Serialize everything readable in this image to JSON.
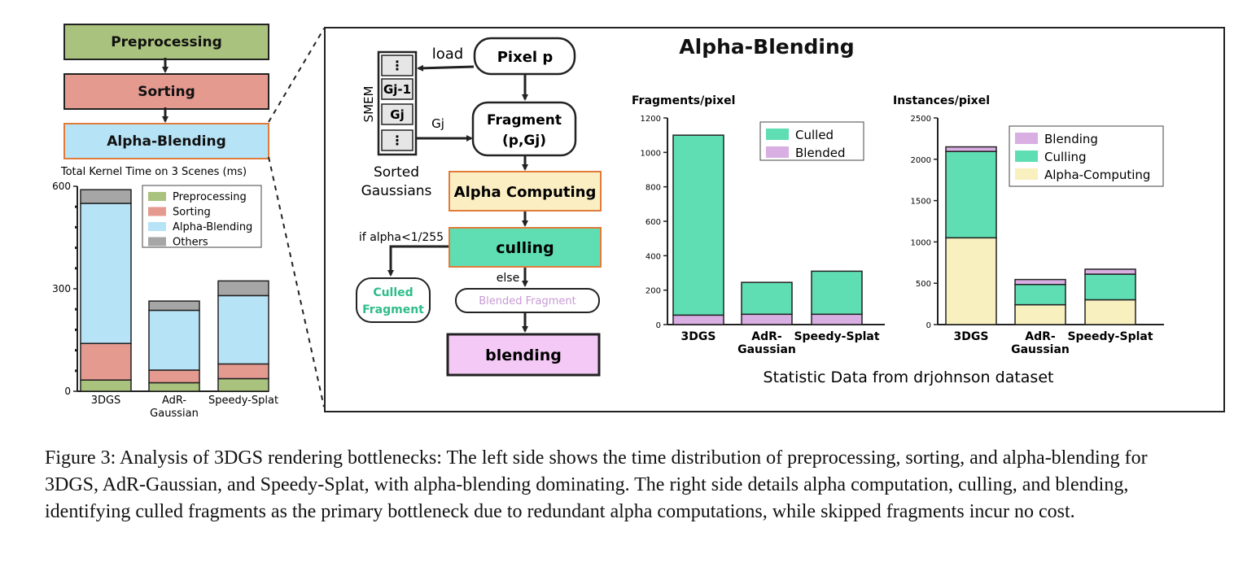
{
  "pipeline": {
    "preprocessing": "Preprocessing",
    "sorting": "Sorting",
    "alpha_blending": "Alpha-Blending",
    "colors": {
      "preprocessing": "#a9c27d",
      "sorting": "#e59a90",
      "alpha_blending": "#b7e3f6",
      "others": "#a6a6a6",
      "culled": "#5fdeb3",
      "blended": "#d9aee3",
      "alpha_computing": "#f9f0bf"
    }
  },
  "flow": {
    "title": "Alpha-Blending",
    "pixel": "Pixel p",
    "load": "load",
    "smem": "SMEM",
    "smem_rows": [
      "⋮",
      "Gj-1",
      "Gj",
      "⋮"
    ],
    "sorted_gaussians": [
      "Sorted",
      "Gaussians"
    ],
    "gj_arrow": "Gj",
    "fragment": [
      "Fragment",
      "(p,Gj)"
    ],
    "alpha_computing": "Alpha Computing",
    "culling": "culling",
    "condition": "if alpha<1/255",
    "else": "else",
    "culled_fragment": [
      "Culled",
      "Fragment"
    ],
    "blended_fragment": "Blended Fragment",
    "blending": "blending",
    "footer": "Statistic Data from drjohnson dataset"
  },
  "chart_data": [
    {
      "type": "bar",
      "stacked": true,
      "title": "Total Kernel Time on 3 Scenes (ms)",
      "categories": [
        "3DGS",
        "AdR-Gaussian",
        "Speedy-Splat"
      ],
      "category_lines": [
        [
          "3DGS"
        ],
        [
          "AdR-",
          "Gaussian"
        ],
        [
          "Speedy-Splat"
        ]
      ],
      "series": [
        {
          "name": "Preprocessing",
          "color": "#a9c27d",
          "values": [
            33,
            25,
            37
          ]
        },
        {
          "name": "Sorting",
          "color": "#e59a90",
          "values": [
            107,
            37,
            43
          ]
        },
        {
          "name": "Alpha-Blending",
          "color": "#b7e3f6",
          "values": [
            410,
            175,
            200
          ]
        },
        {
          "name": "Others",
          "color": "#a6a6a6",
          "values": [
            40,
            27,
            43
          ]
        }
      ],
      "ylim": [
        0,
        600
      ],
      "yticks": [
        "0",
        "300",
        "600"
      ],
      "grid": false,
      "legend": "top-right"
    },
    {
      "type": "bar",
      "stacked": true,
      "title": "Fragments/pixel",
      "categories": [
        "3DGS",
        "AdR-Gaussian",
        "Speedy-Splat"
      ],
      "category_lines": [
        [
          "3DGS"
        ],
        [
          "AdR-",
          "Gaussian"
        ],
        [
          "Speedy-Splat"
        ]
      ],
      "series": [
        {
          "name": "Blended",
          "color": "#d9aee3",
          "values": [
            55,
            60,
            60
          ]
        },
        {
          "name": "Culled",
          "color": "#5fdeb3",
          "values": [
            1045,
            185,
            250
          ]
        }
      ],
      "legend_order": [
        "Culled",
        "Blended"
      ],
      "ylim": [
        0,
        1200
      ],
      "yticks": [
        "0",
        "200",
        "400",
        "600",
        "800",
        "1000",
        "1200"
      ],
      "grid": false,
      "legend": "top-right"
    },
    {
      "type": "bar",
      "stacked": true,
      "title": "Instances/pixel",
      "categories": [
        "3DGS",
        "AdR-Gaussian",
        "Speedy-Splat"
      ],
      "category_lines": [
        [
          "3DGS"
        ],
        [
          "AdR-",
          "Gaussian"
        ],
        [
          "Speedy-Splat"
        ]
      ],
      "series": [
        {
          "name": "Alpha-Computing",
          "color": "#f9f0bf",
          "values": [
            1050,
            240,
            300
          ]
        },
        {
          "name": "Culling",
          "color": "#5fdeb3",
          "values": [
            1045,
            245,
            310
          ]
        },
        {
          "name": "Blending",
          "color": "#d9aee3",
          "values": [
            55,
            60,
            60
          ]
        }
      ],
      "legend_order": [
        "Blending",
        "Culling",
        "Alpha-Computing"
      ],
      "ylim": [
        0,
        2500
      ],
      "yticks": [
        "0",
        "500",
        "1000",
        "1500",
        "2000",
        "2500"
      ],
      "grid": false,
      "legend": "top-right"
    }
  ],
  "caption": "Figure 3: Analysis of 3DGS rendering bottlenecks: The left side shows the time distribution of preprocessing, sorting, and alpha-blending for 3DGS, AdR-Gaussian, and Speedy-Splat, with alpha-blending dominating. The right side details alpha computation, culling, and blending, identifying culled fragments as the primary bottleneck due to redundant alpha computations, while skipped fragments incur no cost."
}
